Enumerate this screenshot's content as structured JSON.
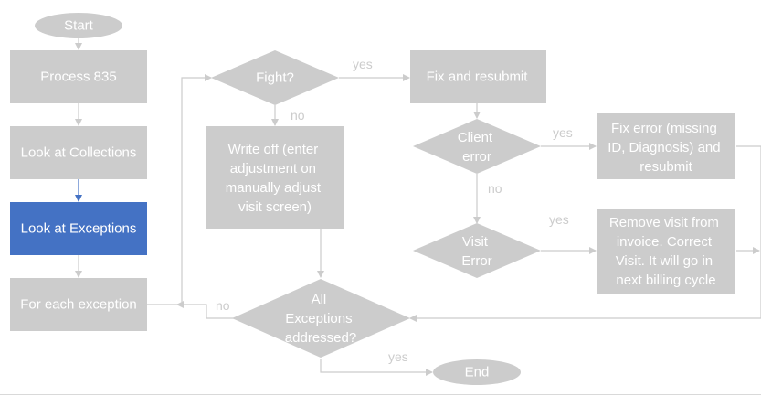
{
  "diagram": {
    "colors": {
      "node": "#cccccc",
      "active": "#4472c4",
      "text": "#ffffff",
      "edge_label": "#cccccc"
    },
    "nodes": {
      "start": "Start",
      "process835": "Process 835",
      "collections": "Look at Collections",
      "exceptions": "Look at Exceptions",
      "foreach": "For each exception",
      "fight": "Fight?",
      "writeoff": [
        "Write off (enter",
        "adjustment on",
        "manually adjust",
        "visit screen)"
      ],
      "fixresubmit": "Fix and resubmit",
      "clienterror": [
        "Client",
        "error"
      ],
      "fixerror": [
        "Fix error (missing",
        "ID, Diagnosis) and",
        "resubmit"
      ],
      "visiterror": [
        "Visit",
        "Error"
      ],
      "removevisit": [
        "Remove visit from",
        "invoice. Correct",
        "Visit. It will go in",
        "next billing cycle"
      ],
      "alladdressed": [
        "All",
        "Exceptions",
        "addressed?"
      ],
      "end": "End"
    },
    "edge_labels": {
      "fight_yes": "yes",
      "fight_no": "no",
      "client_yes": "yes",
      "client_no": "no",
      "visit_yes": "yes",
      "all_no": "no",
      "all_yes": "yes"
    }
  }
}
